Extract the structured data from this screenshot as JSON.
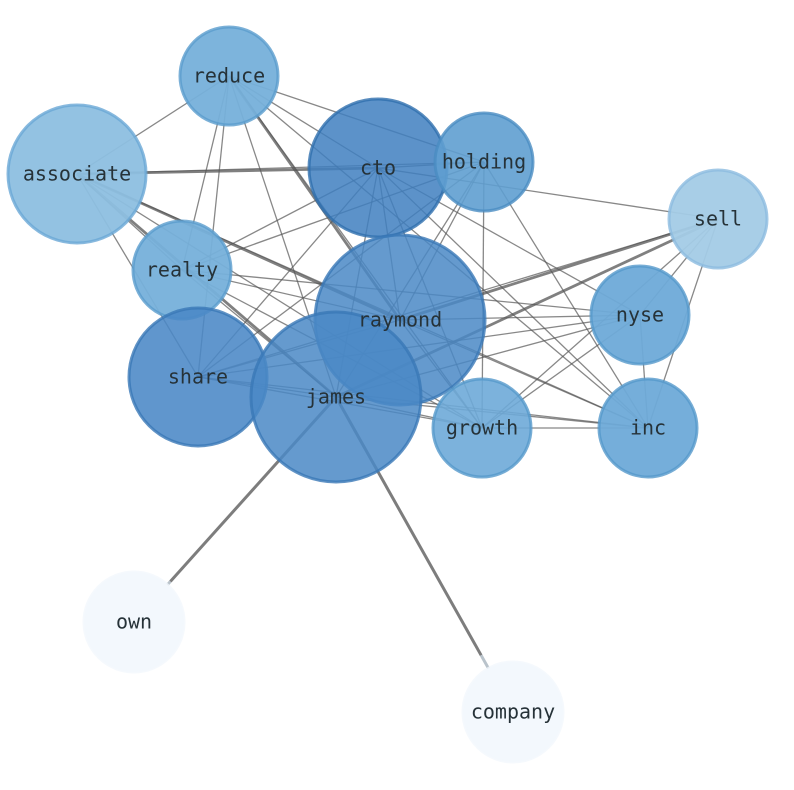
{
  "graph": {
    "nodes": [
      {
        "id": "reduce",
        "label": "reduce"
      },
      {
        "id": "associate",
        "label": "associate"
      },
      {
        "id": "cto",
        "label": "cto"
      },
      {
        "id": "holding",
        "label": "holding"
      },
      {
        "id": "sell",
        "label": "sell"
      },
      {
        "id": "realty",
        "label": "realty"
      },
      {
        "id": "raymond",
        "label": "raymond"
      },
      {
        "id": "nyse",
        "label": "nyse"
      },
      {
        "id": "share",
        "label": "share"
      },
      {
        "id": "james",
        "label": "james"
      },
      {
        "id": "growth",
        "label": "growth"
      },
      {
        "id": "inc",
        "label": "inc"
      },
      {
        "id": "own",
        "label": "own"
      },
      {
        "id": "company",
        "label": "company"
      }
    ],
    "edges": [
      [
        "reduce",
        "associate"
      ],
      [
        "reduce",
        "cto"
      ],
      [
        "reduce",
        "holding"
      ],
      [
        "reduce",
        "realty"
      ],
      [
        "reduce",
        "share"
      ],
      [
        "reduce",
        "james"
      ],
      [
        "reduce",
        "raymond"
      ],
      [
        "reduce",
        "growth"
      ],
      [
        "reduce",
        "inc"
      ],
      [
        "associate",
        "cto"
      ],
      [
        "associate",
        "holding"
      ],
      [
        "associate",
        "realty"
      ],
      [
        "associate",
        "share"
      ],
      [
        "associate",
        "james"
      ],
      [
        "associate",
        "raymond"
      ],
      [
        "associate",
        "growth"
      ],
      [
        "associate",
        "inc"
      ],
      [
        "cto",
        "holding"
      ],
      [
        "cto",
        "sell"
      ],
      [
        "cto",
        "realty"
      ],
      [
        "cto",
        "share"
      ],
      [
        "cto",
        "james"
      ],
      [
        "cto",
        "raymond"
      ],
      [
        "cto",
        "nyse"
      ],
      [
        "cto",
        "growth"
      ],
      [
        "cto",
        "inc"
      ],
      [
        "holding",
        "realty"
      ],
      [
        "holding",
        "share"
      ],
      [
        "holding",
        "james"
      ],
      [
        "holding",
        "raymond"
      ],
      [
        "holding",
        "growth"
      ],
      [
        "holding",
        "inc"
      ],
      [
        "sell",
        "james"
      ],
      [
        "sell",
        "raymond"
      ],
      [
        "sell",
        "share"
      ],
      [
        "sell",
        "nyse"
      ],
      [
        "sell",
        "growth"
      ],
      [
        "sell",
        "inc"
      ],
      [
        "realty",
        "nyse"
      ],
      [
        "realty",
        "raymond"
      ],
      [
        "realty",
        "james"
      ],
      [
        "realty",
        "growth"
      ],
      [
        "raymond",
        "nyse"
      ],
      [
        "raymond",
        "share"
      ],
      [
        "raymond",
        "inc"
      ],
      [
        "raymond",
        "growth"
      ],
      [
        "nyse",
        "share"
      ],
      [
        "nyse",
        "james"
      ],
      [
        "nyse",
        "growth"
      ],
      [
        "nyse",
        "inc"
      ],
      [
        "share",
        "james"
      ],
      [
        "share",
        "growth"
      ],
      [
        "share",
        "inc"
      ],
      [
        "james",
        "growth"
      ],
      [
        "james",
        "inc"
      ],
      [
        "growth",
        "inc"
      ],
      [
        "james",
        "own"
      ],
      [
        "james",
        "company"
      ]
    ]
  }
}
